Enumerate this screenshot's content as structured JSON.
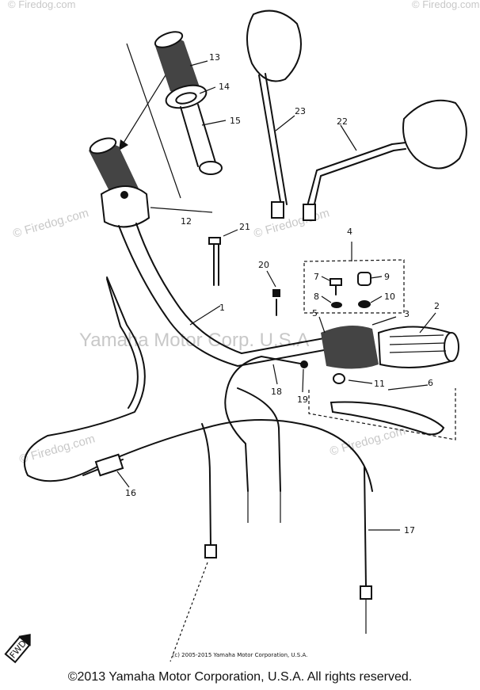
{
  "watermarks": {
    "site": "© Firedog.com",
    "center": "Yamaha Motor Corp. U.S.A"
  },
  "callouts": [
    "1",
    "2",
    "3",
    "4",
    "5",
    "6",
    "7",
    "8",
    "9",
    "10",
    "11",
    "12",
    "13",
    "14",
    "15",
    "16",
    "17",
    "18",
    "19",
    "20",
    "21",
    "22",
    "23"
  ],
  "icon_text": {
    "fwd": "FWD"
  },
  "footer": {
    "small": "(c) 2005-2015 Yamaha Motor Corporation, U.S.A.",
    "main": "©2013 Yamaha Motor Corporation, U.S.A. All rights reserved."
  }
}
